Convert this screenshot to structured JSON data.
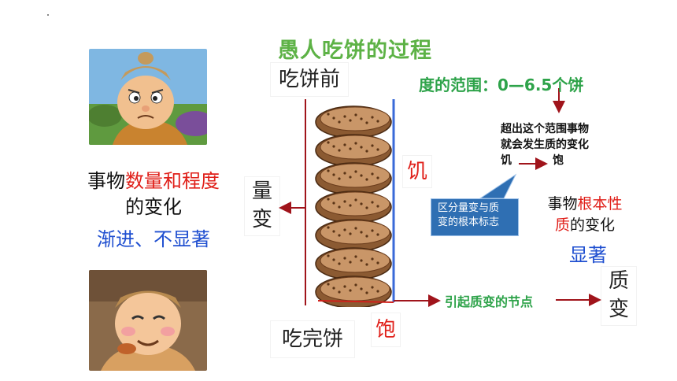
{
  "title": "愚人吃饼的过程",
  "before_label": "吃饼前",
  "after_label": "吃完饼",
  "quantity_change": [
    "量",
    "变"
  ],
  "quality_change": [
    "质",
    "变"
  ],
  "hungry": "饥",
  "full": "饱",
  "range_text": "度的范围：0—6.5个饼",
  "beyond": {
    "line1": "超出这个范围事物",
    "line2": "就会发生质的变化",
    "from": "饥",
    "to": "饱"
  },
  "callout": {
    "line1": "区分量变与质",
    "line2": "变的根本标志"
  },
  "node_text": "引起质变的节点",
  "left_desc": {
    "pre": "事物",
    "highlight": "数量和程度",
    "line2": "的变化",
    "line3": "渐进、不显著"
  },
  "right_desc": {
    "pre": "事物",
    "highlight1": "根本性",
    "highlight2": "质",
    "post": "的变化",
    "line3": "显著"
  },
  "cake_count": 7,
  "colors": {
    "green": "#2ea34a",
    "red": "#e0201a",
    "blue": "#1f4fd0",
    "arrow": "#a0141b"
  }
}
